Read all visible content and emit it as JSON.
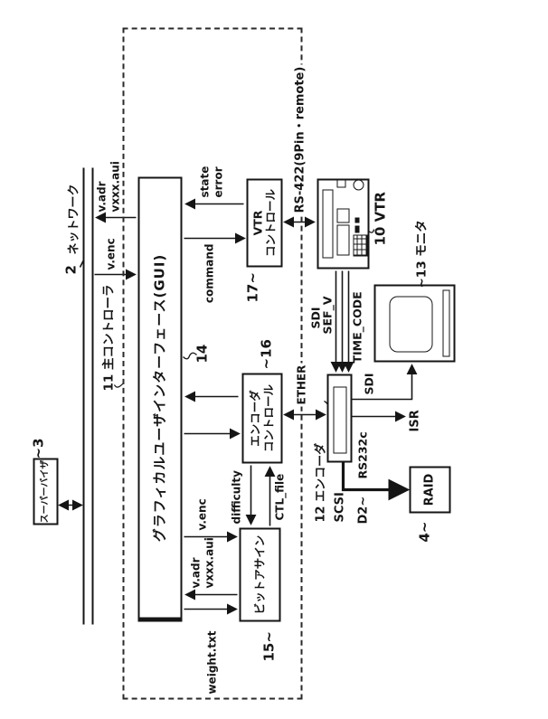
{
  "colors": {
    "ink": "#151515",
    "paper": "#ffffff"
  },
  "network": {
    "ref": "2",
    "label": "ネットワーク"
  },
  "supervisor": {
    "label": "スーパーバイザ",
    "ref": "~3"
  },
  "main_controller": {
    "ref_label": "11 主コントローラ"
  },
  "gui": {
    "label": "グラフィカルユーザインターフェース(GUI)",
    "ref": "14"
  },
  "bit_assign": {
    "label": "ビットアサイン",
    "ref": "15~"
  },
  "encoder_control": {
    "label_line1": "エンコーダ",
    "label_line2": "コントロール",
    "ref": "~16"
  },
  "vtr_control": {
    "label_line1": "VTR",
    "label_line2": "コントロール",
    "ref": "17~"
  },
  "encoder": {
    "ref_label": "12 エンコーダ"
  },
  "vtr": {
    "ref_label": "10 VTR"
  },
  "monitor": {
    "ref_label": "~13 モニタ"
  },
  "raid": {
    "label": "RAID",
    "ref": "4~"
  },
  "signals": {
    "v_adr": "v.adr",
    "vxxx_aui": "vxxx.aui",
    "v_enc": "v.enc",
    "weight_txt": "weight.txt",
    "state": "state",
    "error": "error",
    "command": "command",
    "difficulty": "difficulty",
    "ctl_file": "CTL_file",
    "ether": "ETHER",
    "rs422": "RS-422(9Pin・remote)",
    "sdi": "SDI",
    "sef_v": "SEF_V",
    "time_code": "TIME_CODE",
    "rs232c": "RS232c",
    "isr": "ISR",
    "scsi": "SCSI",
    "d2": "D2~"
  }
}
